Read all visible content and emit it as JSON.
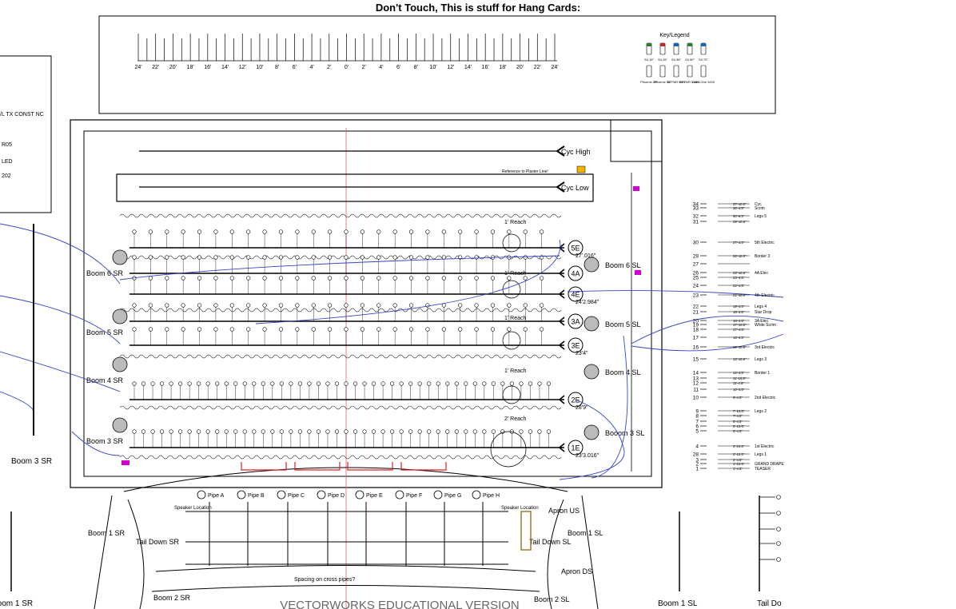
{
  "title": "Don't Touch, This is stuff for Hang Cards:",
  "ruler_ticks": [
    "24'",
    "22'",
    "20'",
    "18'",
    "16'",
    "14'",
    "12'",
    "10'",
    "8'",
    "6'",
    "4'",
    "2'",
    "0'",
    "2'",
    "4'",
    "6'",
    "8'",
    "10'",
    "12'",
    "14'",
    "16'",
    "18'",
    "20'",
    "22'",
    "24'"
  ],
  "legend": {
    "title": "Key/Legend",
    "items_row1": [
      "S4 19°",
      "S4 26°",
      "S4 36°",
      "S4 50°",
      "S4 70°"
    ],
    "items_row2": [
      "Phoenix 26°",
      "Phoenix 30°",
      "S4 PAR WFL",
      "S4 PAR XWFL",
      "Color One 100X"
    ]
  },
  "side_panel": [
    "/L TX CONST NC",
    "R05",
    "LED",
    "202"
  ],
  "header_labels": {
    "cyc_high": "Cyc High",
    "cyc_low": "Cyc Low",
    "plaster_ref": "Reference to Plaster Line!"
  },
  "electrics": [
    {
      "id": "5E",
      "dim": "27'.016\""
    },
    {
      "id": "4A",
      "dim": ""
    },
    {
      "id": "4E",
      "dim": "24'2.984\""
    },
    {
      "id": "3A",
      "dim": ""
    },
    {
      "id": "3E",
      "dim": "23'4\""
    },
    {
      "id": "2E",
      "dim": "28'9\""
    },
    {
      "id": "1E",
      "dim": "23'3.016\""
    }
  ],
  "reach_labels": [
    "1' Reach",
    "1' Reach",
    "1' Reach",
    "1' Reach",
    "2' Reach"
  ],
  "booms_sr": [
    "Boom 6 SR",
    "Boom 5 SR",
    "Boom 4 SR",
    "Boom 3 SR"
  ],
  "booms_sl": [
    "Boom 6 SL",
    "Boom 5 SL",
    "Boom 4 SL",
    "Booom 3 SL"
  ],
  "lower": {
    "pipes": [
      "Pipe A",
      "Pipe B",
      "Pipe C",
      "Pipe D",
      "Pipe E",
      "Pipe F",
      "Pipe G",
      "Pipe H"
    ],
    "speaker_left": "Speaker Location",
    "speaker_right": "Speaker Location",
    "apron_us": "Apron US",
    "apron_ds": "Apron DS",
    "boom1_sr": "Boom 1 SR",
    "boom1_sl": "Boom 1 SL",
    "taildown_sr": "Tail Down SR",
    "taildown_sl": "Tail Down SL",
    "boom2_sr": "Boom 2 SR",
    "boom2_sl": "Boom 2 SL",
    "spacing": "Spacing on cross pipes?",
    "watermark": "VECTORWORKS EDUCATIONAL VERSION"
  },
  "outer_labels": {
    "boom3_sr": "Boom 3 SR",
    "boom1_sr": "Boom 1 SR",
    "boom1_sl": "Boom 1 SL",
    "tail_do": "Tail Do"
  },
  "lineset": [
    {
      "num": "34",
      "dim": "37'-10.5\"",
      "name": "Cyc"
    },
    {
      "num": "33",
      "dim": "36'-4.5\"",
      "name": "Scrim"
    },
    {
      "num": "32",
      "dim": "30'-6.5\"",
      "name": "Legs 5"
    },
    {
      "num": "31",
      "dim": "29'-10.5\"",
      "name": ""
    },
    {
      "num": "30",
      "dim": "27'-4.5\"",
      "name": "5th Electric"
    },
    {
      "num": "29",
      "dim": "26'-10.5\"",
      "name": "Border 3"
    },
    {
      "num": "27",
      "dim": "",
      "name": ""
    },
    {
      "num": "26",
      "dim": "23'-10.5\"",
      "name": "4A Elec"
    },
    {
      "num": "25",
      "dim": "23'-4.5\"",
      "name": ""
    },
    {
      "num": "24",
      "dim": "22'-4.5\"",
      "name": ""
    },
    {
      "num": "23",
      "dim": "21'-10.5\"",
      "name": "4th Electric"
    },
    {
      "num": "22",
      "dim": "19'-4.5\"",
      "name": "Legs 4"
    },
    {
      "num": "21",
      "dim": "18'-4.5\"",
      "name": "Star Drop"
    },
    {
      "num": "20",
      "dim": "18'-4.5\"",
      "name": "3A Elec"
    },
    {
      "num": "19",
      "dim": "17'-10.5\"",
      "name": "White Scrim"
    },
    {
      "num": "18",
      "dim": "17'-4.5\"",
      "name": ""
    },
    {
      "num": "17",
      "dim": "16'-4.5\"",
      "name": ""
    },
    {
      "num": "16",
      "dim": "15'-10.5\"",
      "name": "3rd Electric"
    },
    {
      "num": "15",
      "dim": "13'-10.5\"",
      "name": "Legs 3"
    },
    {
      "num": "14",
      "dim": "12'-4.5\"",
      "name": "Border 1"
    },
    {
      "num": "13",
      "dim": "11'-10.5\"",
      "name": ""
    },
    {
      "num": "12",
      "dim": "11'-4.5\"",
      "name": ""
    },
    {
      "num": "11",
      "dim": "10'-4.5\"",
      "name": ""
    },
    {
      "num": "10",
      "dim": "9'-4.5\"",
      "name": "2nd Electric"
    },
    {
      "num": "9",
      "dim": "7'-10.5\"",
      "name": "Legs 2"
    },
    {
      "num": "8",
      "dim": "7'-4.5\"",
      "name": ""
    },
    {
      "num": "7",
      "dim": "6'-4.5\"",
      "name": ""
    },
    {
      "num": "6",
      "dim": "5'-10.5\"",
      "name": ""
    },
    {
      "num": "5",
      "dim": "5'-4.5\"",
      "name": ""
    },
    {
      "num": "4",
      "dim": "3'-10.5\"",
      "name": "1st Electric"
    },
    {
      "num": "28",
      "dim": "2'-10.5\"",
      "name": "Legs 1"
    },
    {
      "num": "3",
      "dim": "2'-4.5\"",
      "name": ""
    },
    {
      "num": "2",
      "dim": "1'-10.5\"",
      "name": "GRAND DRAPE"
    },
    {
      "num": "1",
      "dim": "1'-4.5\"",
      "name": "TEASER"
    }
  ]
}
